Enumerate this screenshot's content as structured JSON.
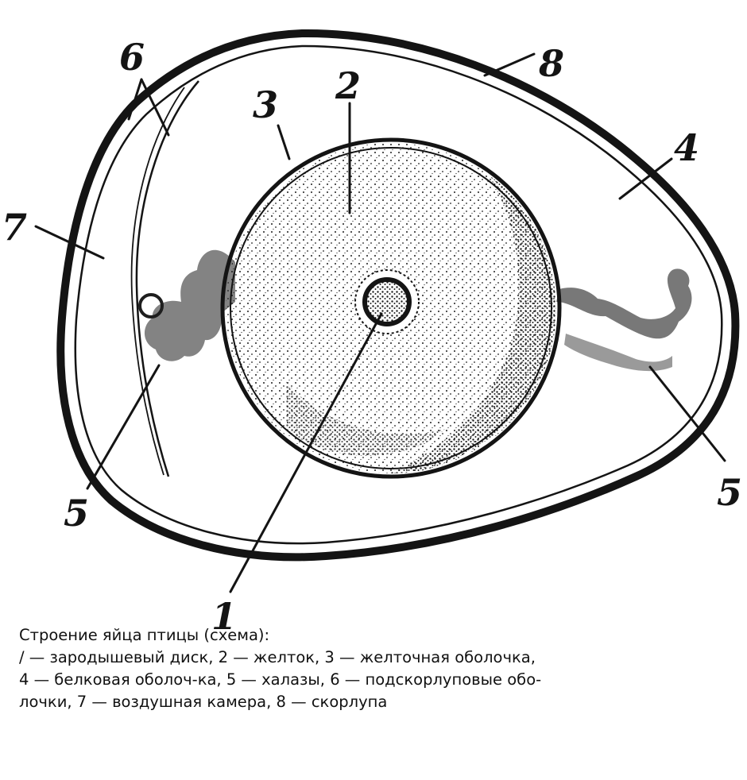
{
  "labels": {
    "l1": "1",
    "l2": "2",
    "l3": "3",
    "l4": "4",
    "l5a": "5",
    "l5b": "5",
    "l6": "6",
    "l7": "7",
    "l8": "8"
  },
  "caption": {
    "title": "Строение яйца птицы  (схема):",
    "line1": "/ — зародышевый диск, 2 — желток, 3 — желточная оболочка,",
    "line2": "4 — белковая оболоч-ка, 5 — халазы, 6 — подскорлуповые обо-",
    "line3": "лочки, 7 — воздушная камера, 8 — скорлупа"
  },
  "colors": {
    "ink": "#141414",
    "paper": "#ffffff"
  }
}
